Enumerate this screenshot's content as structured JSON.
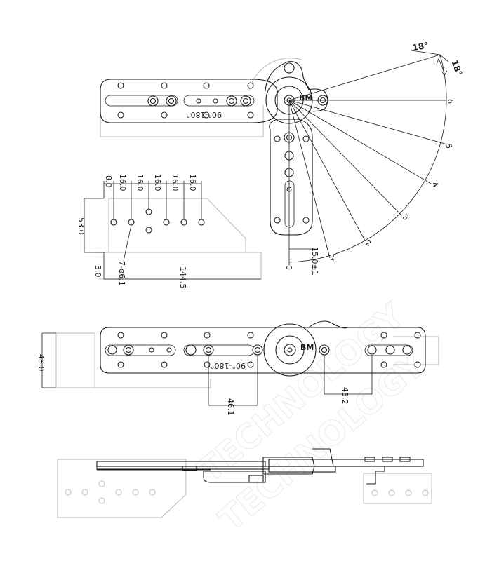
{
  "top_view": {
    "angle_top": "18°",
    "angle_side": "18°",
    "positions": [
      "6",
      "5",
      "4",
      "3",
      "2",
      "1",
      "0"
    ],
    "dim_offset": "15.0±1",
    "arm_engraving": "90°-180°"
  },
  "side_plate": {
    "hole_spacing_labels": [
      "8.0",
      "16.0",
      "16.0",
      "16.0",
      "16.0",
      "16.0"
    ],
    "height": "53.0",
    "bottom_offset": "3.0",
    "hole_callout": "7-φ6.1",
    "length": "144.5"
  },
  "extended_view": {
    "height": "48.0",
    "left_center": "46.1",
    "right_center": "45.2",
    "arm_engraving": "90°-180°"
  },
  "watermark": {
    "text_1": "TECHNOLOGY",
    "text_2": "TECHNOLOGY"
  },
  "colors": {
    "line": "#1a1a1a",
    "ghost": "#b8b8b8",
    "watermark": "#ececec"
  }
}
